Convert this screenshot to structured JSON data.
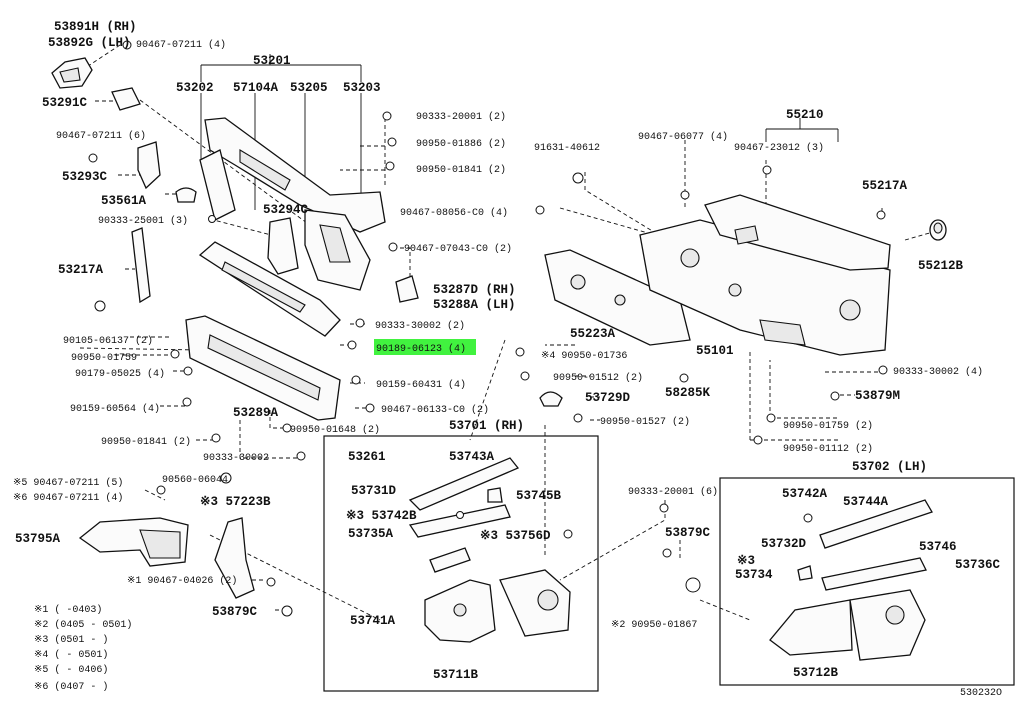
{
  "labels": [
    "53891H (RH)",
    "53892G (LH)",
    "90467-07211 (4)",
    "53201",
    "53202",
    "57104A",
    "53205",
    "53203",
    "53291C",
    "90467-07211 (6)",
    "53293C",
    "53561A",
    "90333-25001 (3)",
    "53294C",
    "53217A",
    "90105-06137 (2)",
    "90950-01759",
    "90179-05025 (4)",
    "90159-60564 (4)",
    "90950-01841 (2)",
    "90333-20001 (2)",
    "90950-01886 (2)",
    "90950-01841 (2)",
    "90467-07043-C0 (2)",
    "53287D (RH)",
    "53288A (LH)",
    "90333-30002 (2)",
    "90189-06123 (4)",
    "90159-60431 (4)",
    "90467-06133-C0 (2)",
    "53289A",
    "90950-01648 (2)",
    "90333-30002",
    "91631-40612",
    "90467-08056-C0 (4)",
    "55223A",
    "※4 90950-01736",
    "90950-01512 (2)",
    "53729D",
    "90950-01527 (2)",
    "90467-06077 (4)",
    "55210",
    "90467-23012 (3)",
    "55217A",
    "55212B",
    "55101",
    "58285K",
    "90333-30002 (4)",
    "53879M",
    "90950-01759 (2)",
    "90950-01112 (2)",
    "53701 (RH)",
    "53261",
    "53743A",
    "53731D",
    "53745B",
    "※3 53742B",
    "53735A",
    "※3 53756D",
    "53741A",
    "53711B",
    "53702 (LH)",
    "53742A",
    "53744A",
    "53732D",
    "53746",
    "※3",
    "53734",
    "53736C",
    "90333-20001 (6)",
    "53879C",
    "※2 90950-01867",
    "53712B",
    "※5 90467-07211 (5)",
    "※6 90467-07211 (4)",
    "90560-06044",
    "53795A",
    "※3 57223B",
    "※1 90467-04026 (2)",
    "53879C",
    "※1 (      -0403)",
    "※2 (0405 - 0501)",
    "※3 (0501 -      )",
    "※4 (      - 0501)",
    "※5 (      - 0406)",
    "※6 (0407 -      )",
    "530232O"
  ],
  "highlight_color": "#41f23f"
}
